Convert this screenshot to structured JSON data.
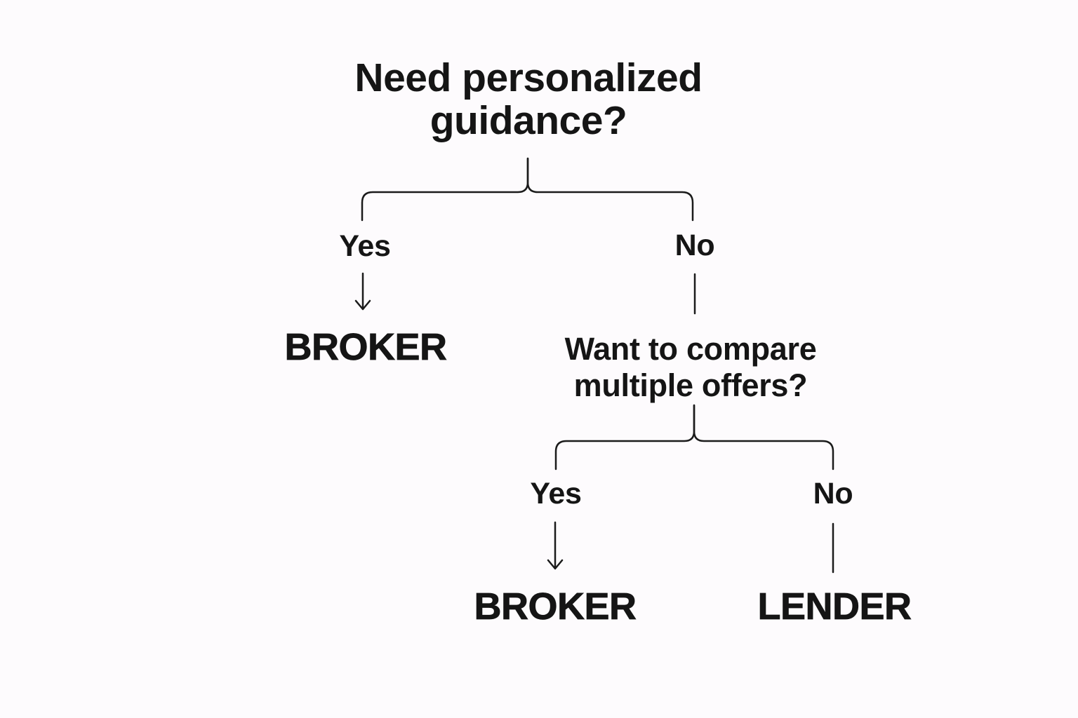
{
  "colors": {
    "background": "#fdfbfd",
    "ink": "#151515",
    "line": "#1b1b1b"
  },
  "icons": {
    "branch_yes_connector": "down-arrow",
    "branch_no_connector": "plain-vertical-line",
    "split_connector": "rounded-bracket-fork"
  },
  "tree": {
    "root_question": {
      "line1": "Need personalized",
      "line2": "guidance?"
    },
    "level1": {
      "yes_label": "Yes",
      "no_label": "No",
      "yes_outcome": "BROKER"
    },
    "second_question": {
      "line1": "Want to compare",
      "line2": "multiple offers?"
    },
    "level2": {
      "yes_label": "Yes",
      "no_label": "No",
      "yes_outcome": "BROKER",
      "no_outcome": "LENDER"
    }
  }
}
